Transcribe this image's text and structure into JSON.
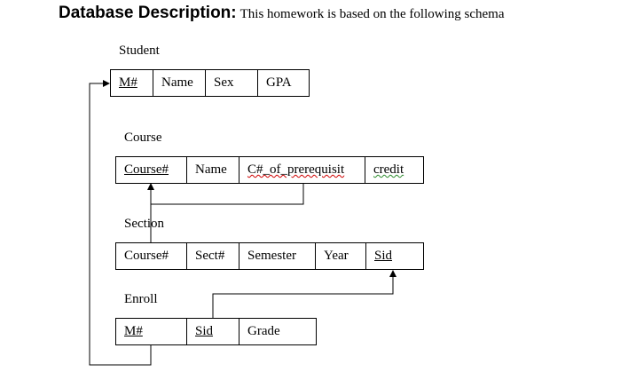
{
  "heading": {
    "bold": "Database Description:",
    "rest": "This homework is based on the following schema"
  },
  "student": {
    "label": "Student",
    "columns": [
      "M#",
      "Name",
      "Sex",
      "GPA"
    ]
  },
  "course": {
    "label": "Course",
    "columns": [
      "Course#",
      "Name",
      "C#_of_prerequisit",
      "credit"
    ]
  },
  "section": {
    "label": "Section",
    "columns": [
      "Course#",
      "Sect#",
      "Semester",
      "Year",
      "Sid"
    ]
  },
  "enroll": {
    "label": "Enroll",
    "columns": [
      "M#",
      "Sid",
      "Grade"
    ]
  }
}
